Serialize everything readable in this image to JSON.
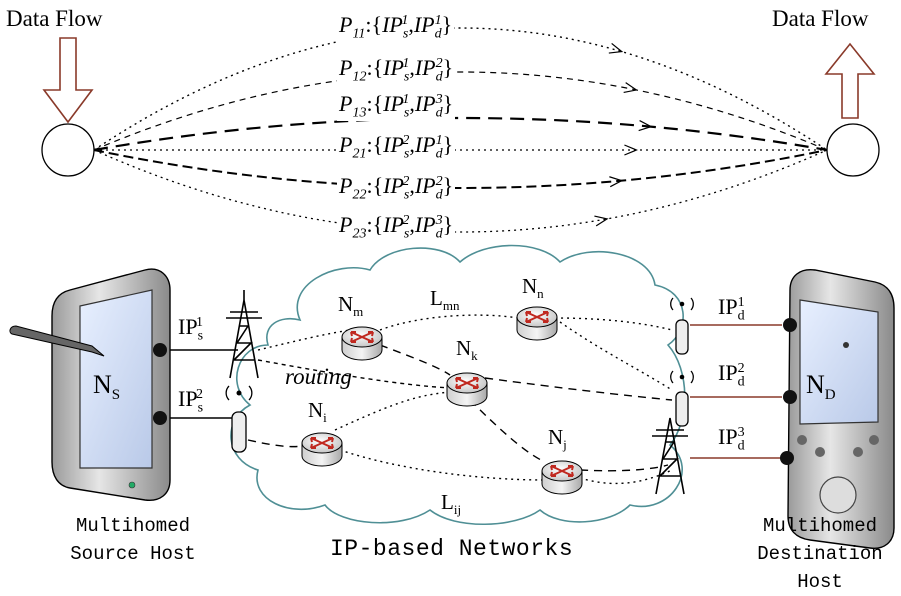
{
  "top": {
    "left_label": "Data Flow",
    "right_label": "Data Flow",
    "paths": [
      {
        "name": "P",
        "sub": "11",
        "s": "1",
        "d": "1"
      },
      {
        "name": "P",
        "sub": "12",
        "s": "1",
        "d": "2"
      },
      {
        "name": "P",
        "sub": "13",
        "s": "1",
        "d": "3"
      },
      {
        "name": "P",
        "sub": "21",
        "s": "2",
        "d": "1"
      },
      {
        "name": "P",
        "sub": "22",
        "s": "2",
        "d": "2"
      },
      {
        "name": "P",
        "sub": "23",
        "s": "2",
        "d": "3"
      }
    ]
  },
  "bottom": {
    "source": {
      "node": "N",
      "node_sub": "S",
      "caption_line1": "Multihomed",
      "caption_line2": "Source Host"
    },
    "dest": {
      "node": "N",
      "node_sub": "D",
      "caption_line1": "Multihomed",
      "caption_line2": "Destination Host"
    },
    "network_label": "IP-based Networks",
    "routing_label": "routing",
    "src_ips": [
      {
        "base": "IP",
        "sub": "s",
        "sup": "1"
      },
      {
        "base": "IP",
        "sub": "s",
        "sup": "2"
      }
    ],
    "dst_ips": [
      {
        "base": "IP",
        "sub": "d",
        "sup": "1"
      },
      {
        "base": "IP",
        "sub": "d",
        "sup": "2"
      },
      {
        "base": "IP",
        "sub": "d",
        "sup": "3"
      }
    ],
    "routers": [
      {
        "base": "N",
        "sub": "m"
      },
      {
        "base": "N",
        "sub": "n"
      },
      {
        "base": "N",
        "sub": "k"
      },
      {
        "base": "N",
        "sub": "i"
      },
      {
        "base": "N",
        "sub": "j"
      }
    ],
    "links": [
      {
        "base": "L",
        "sub": "mn"
      },
      {
        "base": "L",
        "sub": "ij"
      }
    ]
  }
}
